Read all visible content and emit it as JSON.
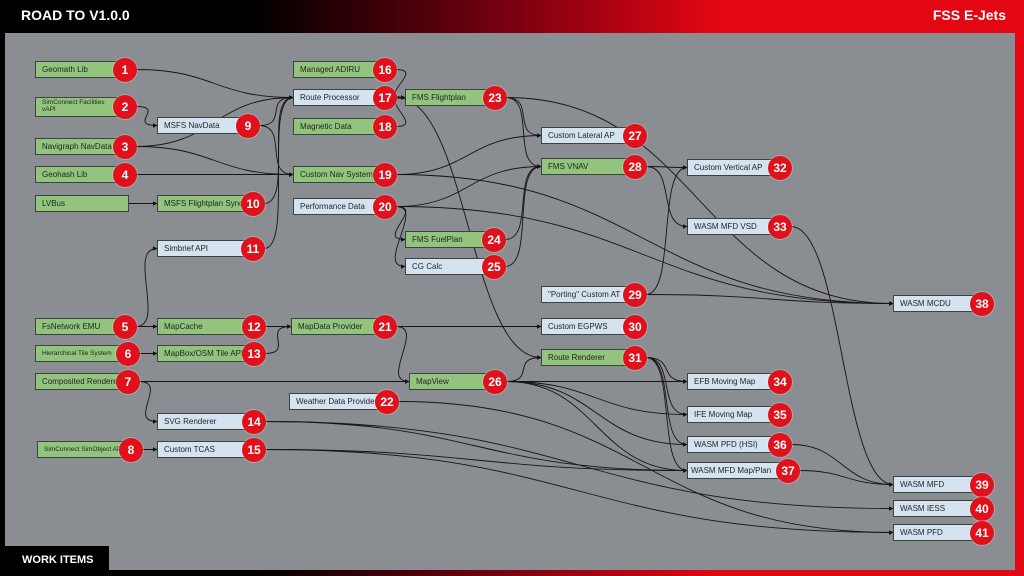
{
  "header": {
    "title": "ROAD TO V1.0.0",
    "brand": "FSS E-Jets"
  },
  "footer": {
    "label": "WORK ITEMS"
  },
  "colors": {
    "done": "#93c47d",
    "todo": "#d5e3f1",
    "badge": "#e0111b",
    "accent": "#e30613"
  },
  "legend_status": {
    "done": "green",
    "todo": "blue"
  },
  "nodes": [
    {
      "id": "1",
      "label": "Geomath Lib",
      "status": "done"
    },
    {
      "id": "2",
      "label": "SimConnect Facilities vAPI",
      "status": "done"
    },
    {
      "id": "3",
      "label": "Navigraph NavData",
      "status": "done"
    },
    {
      "id": "4",
      "label": "Geohash Lib",
      "status": "done"
    },
    {
      "id": "LV",
      "label": "LVBus",
      "status": "done"
    },
    {
      "id": "5",
      "label": "FsNetwork EMU",
      "status": "done"
    },
    {
      "id": "6",
      "label": "Hierarchical Tile System",
      "status": "done"
    },
    {
      "id": "7",
      "label": "Composited Renderer",
      "status": "done"
    },
    {
      "id": "8",
      "label": "SimConnect SimObject API",
      "status": "done"
    },
    {
      "id": "9",
      "label": "MSFS NavData",
      "status": "todo"
    },
    {
      "id": "10",
      "label": "MSFS Flightplan Sync",
      "status": "done"
    },
    {
      "id": "11",
      "label": "Simbrief API",
      "status": "todo"
    },
    {
      "id": "12",
      "label": "MapCache",
      "status": "done"
    },
    {
      "id": "13",
      "label": "MapBox/OSM Tile API",
      "status": "done"
    },
    {
      "id": "14",
      "label": "SVG Renderer",
      "status": "todo"
    },
    {
      "id": "15",
      "label": "Custom TCAS",
      "status": "todo"
    },
    {
      "id": "16",
      "label": "Managed ADIRU",
      "status": "done"
    },
    {
      "id": "17",
      "label": "Route Processor",
      "status": "todo"
    },
    {
      "id": "18",
      "label": "Magnetic Data",
      "status": "done"
    },
    {
      "id": "19",
      "label": "Custom Nav System",
      "status": "done"
    },
    {
      "id": "20",
      "label": "Performance Data",
      "status": "todo"
    },
    {
      "id": "21",
      "label": "MapData Provider",
      "status": "done"
    },
    {
      "id": "22",
      "label": "Weather Data Provider",
      "status": "todo"
    },
    {
      "id": "23",
      "label": "FMS Flightplan",
      "status": "done"
    },
    {
      "id": "24",
      "label": "FMS FuelPlan",
      "status": "done"
    },
    {
      "id": "25",
      "label": "CG Calc",
      "status": "todo"
    },
    {
      "id": "26",
      "label": "MapView",
      "status": "done"
    },
    {
      "id": "27",
      "label": "Custom Lateral AP",
      "status": "todo"
    },
    {
      "id": "28",
      "label": "FMS VNAV",
      "status": "done"
    },
    {
      "id": "29",
      "label": "\"Porting\" Custom AT",
      "status": "todo"
    },
    {
      "id": "30",
      "label": "Custom EGPWS",
      "status": "todo"
    },
    {
      "id": "31",
      "label": "Route Renderer",
      "status": "done"
    },
    {
      "id": "32",
      "label": "Custom Vertical AP",
      "status": "todo"
    },
    {
      "id": "33",
      "label": "WASM MFD VSD",
      "status": "todo"
    },
    {
      "id": "34",
      "label": "EFB Moving Map",
      "status": "todo"
    },
    {
      "id": "35",
      "label": "IFE Moving Map",
      "status": "todo"
    },
    {
      "id": "36",
      "label": "WASM PFD (HSI)",
      "status": "todo"
    },
    {
      "id": "37",
      "label": "WASM MFD Map/Plan",
      "status": "todo"
    },
    {
      "id": "38",
      "label": "WASM MCDU",
      "status": "todo"
    },
    {
      "id": "39",
      "label": "WASM MFD",
      "status": "todo"
    },
    {
      "id": "40",
      "label": "WASM IESS",
      "status": "todo"
    },
    {
      "id": "41",
      "label": "WASM PFD",
      "status": "todo"
    }
  ],
  "edges": [
    [
      "1",
      "17"
    ],
    [
      "2",
      "9"
    ],
    [
      "3",
      "17"
    ],
    [
      "3",
      "19"
    ],
    [
      "4",
      "19"
    ],
    [
      "9",
      "17"
    ],
    [
      "9",
      "19"
    ],
    [
      "LV",
      "10"
    ],
    [
      "10",
      "17"
    ],
    [
      "11",
      "17"
    ],
    [
      "5",
      "11"
    ],
    [
      "5",
      "12"
    ],
    [
      "6",
      "13"
    ],
    [
      "12",
      "21"
    ],
    [
      "13",
      "21"
    ],
    [
      "7",
      "26"
    ],
    [
      "7",
      "14"
    ],
    [
      "8",
      "15"
    ],
    [
      "16",
      "23"
    ],
    [
      "17",
      "23"
    ],
    [
      "18",
      "23"
    ],
    [
      "17",
      "31"
    ],
    [
      "23",
      "27"
    ],
    [
      "23",
      "28"
    ],
    [
      "23",
      "38"
    ],
    [
      "19",
      "27"
    ],
    [
      "19",
      "38"
    ],
    [
      "20",
      "28"
    ],
    [
      "20",
      "24"
    ],
    [
      "20",
      "25"
    ],
    [
      "20",
      "38"
    ],
    [
      "24",
      "28"
    ],
    [
      "25",
      "28"
    ],
    [
      "28",
      "32"
    ],
    [
      "28",
      "33"
    ],
    [
      "29",
      "32"
    ],
    [
      "29",
      "38"
    ],
    [
      "21",
      "30"
    ],
    [
      "21",
      "26"
    ],
    [
      "26",
      "31"
    ],
    [
      "26",
      "34"
    ],
    [
      "26",
      "35"
    ],
    [
      "26",
      "36"
    ],
    [
      "26",
      "37"
    ],
    [
      "31",
      "34"
    ],
    [
      "31",
      "35"
    ],
    [
      "31",
      "36"
    ],
    [
      "31",
      "37"
    ],
    [
      "22",
      "41"
    ],
    [
      "14",
      "37"
    ],
    [
      "14",
      "40"
    ],
    [
      "15",
      "37"
    ],
    [
      "15",
      "41"
    ],
    [
      "33",
      "39"
    ],
    [
      "36",
      "39"
    ],
    [
      "37",
      "39"
    ]
  ]
}
